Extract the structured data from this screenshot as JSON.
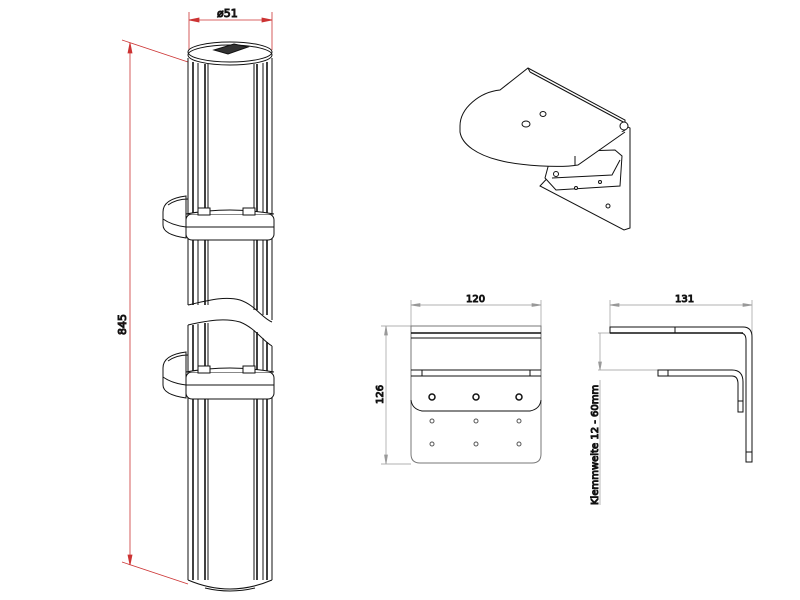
{
  "colors": {
    "background": "#ffffff",
    "line": "#111111",
    "dimension_red": "#cc3333",
    "dimension_gray": "#888888"
  },
  "post_view": {
    "diameter_label": "ø51",
    "length_label": "845"
  },
  "front_view": {
    "width_label": "120",
    "height_label": "126",
    "holes_large": 3,
    "holes_small": 6
  },
  "side_view": {
    "width_label": "131",
    "clamp_range_label": "Klemmweite 12 - 60mm"
  },
  "isometric_view": {
    "name": "bracket-isometric"
  }
}
